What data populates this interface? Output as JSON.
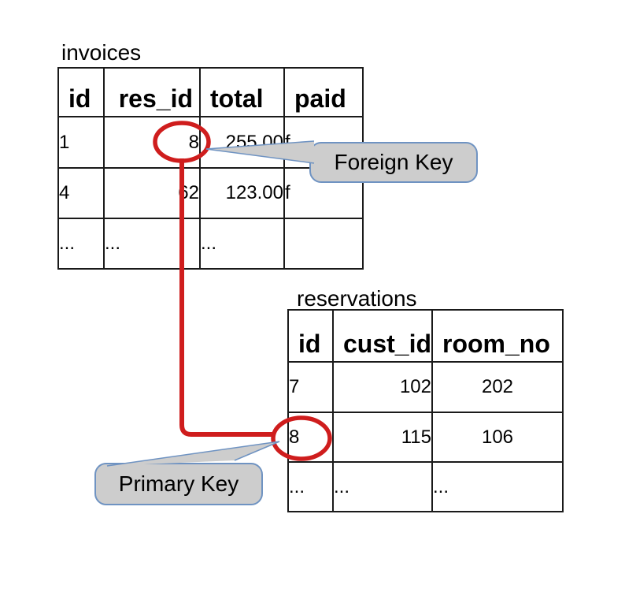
{
  "colors": {
    "connector_red": "#cf1d1d",
    "callout_fill": "#cdcdcd",
    "callout_border": "#6f93c2",
    "table_border": "#1a1a1a"
  },
  "invoices": {
    "title": "invoices",
    "headers": [
      "id",
      "res_id",
      "total",
      "paid"
    ],
    "rows": [
      [
        "1",
        "8",
        "255.00",
        "f"
      ],
      [
        "4",
        "62",
        "123.00",
        "f"
      ],
      [
        "...",
        "...",
        "...",
        ""
      ]
    ]
  },
  "reservations": {
    "title": "reservations",
    "headers": [
      "id",
      "cust_id",
      "room_no"
    ],
    "rows": [
      [
        "7",
        "102",
        "202"
      ],
      [
        "8",
        "115",
        "106"
      ],
      [
        "...",
        "...",
        "..."
      ]
    ]
  },
  "callouts": {
    "foreign_key": "Foreign Key",
    "primary_key": "Primary Key"
  }
}
